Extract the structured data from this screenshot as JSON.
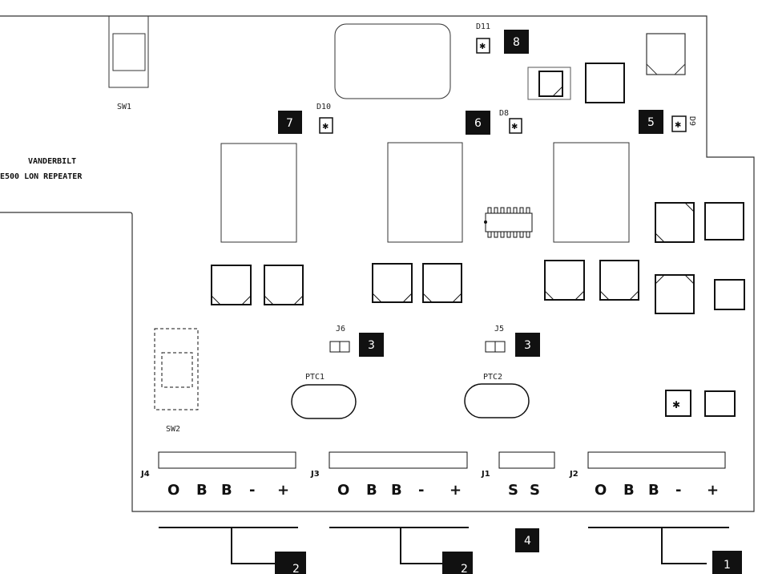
{
  "board": {
    "title_line1": "VANDERBILT",
    "title_line2": "E500 LON REPEATER"
  },
  "labels": {
    "sw1": "SW1",
    "sw2": "SW2",
    "d8": "D8",
    "d9": "D9",
    "d10": "D10",
    "d11": "D11",
    "j5": "J5",
    "j6": "J6",
    "ptc1": "PTC1",
    "ptc2": "PTC2"
  },
  "connectors": [
    {
      "id": "J4",
      "terminals": [
        "O",
        "B",
        "B",
        "-",
        "+"
      ]
    },
    {
      "id": "J3",
      "terminals": [
        "O",
        "B",
        "B",
        "-",
        "+"
      ]
    },
    {
      "id": "J1",
      "terminals": [
        "S",
        "S"
      ]
    },
    {
      "id": "J2",
      "terminals": [
        "O",
        "B",
        "B",
        "-",
        "+"
      ]
    }
  ],
  "callouts": {
    "c1": "1",
    "c2a": "2",
    "c2b": "2",
    "c3a": "3",
    "c3b": "3",
    "c4": "4",
    "c5": "5",
    "c6": "6",
    "c7": "7",
    "c8": "8"
  }
}
